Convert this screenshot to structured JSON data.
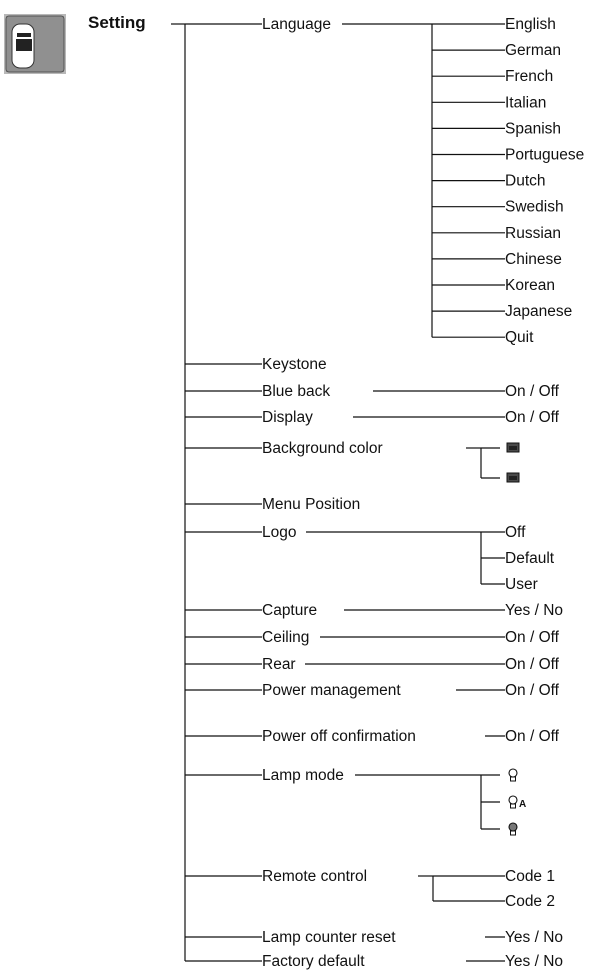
{
  "section_title": "Setting",
  "section_icon": "setting-icon",
  "menu": [
    {
      "label": "Language",
      "options": [
        "English",
        "German",
        "French",
        "Italian",
        "Spanish",
        "Portuguese",
        "Dutch",
        "Swedish",
        "Russian",
        "Chinese",
        "Korean",
        "Japanese",
        "Quit"
      ]
    },
    {
      "label": "Keystone",
      "options": []
    },
    {
      "label": "Blue back",
      "options": [
        "On / Off"
      ]
    },
    {
      "label": "Display",
      "options": [
        "On / Off"
      ]
    },
    {
      "label": "Background color",
      "options": [],
      "icon_options": [
        "blue-background-icon",
        "black-background-icon"
      ]
    },
    {
      "label": "Menu Position",
      "options": []
    },
    {
      "label": "Logo",
      "options": [
        "Off",
        "Default",
        "User"
      ]
    },
    {
      "label": "Capture",
      "options": [
        "Yes / No"
      ]
    },
    {
      "label": "Ceiling",
      "options": [
        "On / Off"
      ]
    },
    {
      "label": "Rear",
      "options": [
        "On / Off"
      ]
    },
    {
      "label": "Power management",
      "options": [
        "On / Off"
      ]
    },
    {
      "label": "Power off confirmation",
      "options": [
        "On / Off"
      ]
    },
    {
      "label": "Lamp mode",
      "options": [],
      "icon_options": [
        "lamp-normal-icon",
        "lamp-auto-icon",
        "lamp-eco-icon"
      ]
    },
    {
      "label": "Remote control",
      "options": [
        "Code 1",
        "Code 2"
      ]
    },
    {
      "label": "Lamp counter reset",
      "options": [
        "Yes / No"
      ]
    },
    {
      "label": "Factory default",
      "options": [
        "Yes / No"
      ]
    }
  ],
  "lamp_auto_suffix": "A",
  "colors": {
    "line": "#111111",
    "icon_dark": "#4a4a4a",
    "icon_frame": "#7a7a7a"
  }
}
